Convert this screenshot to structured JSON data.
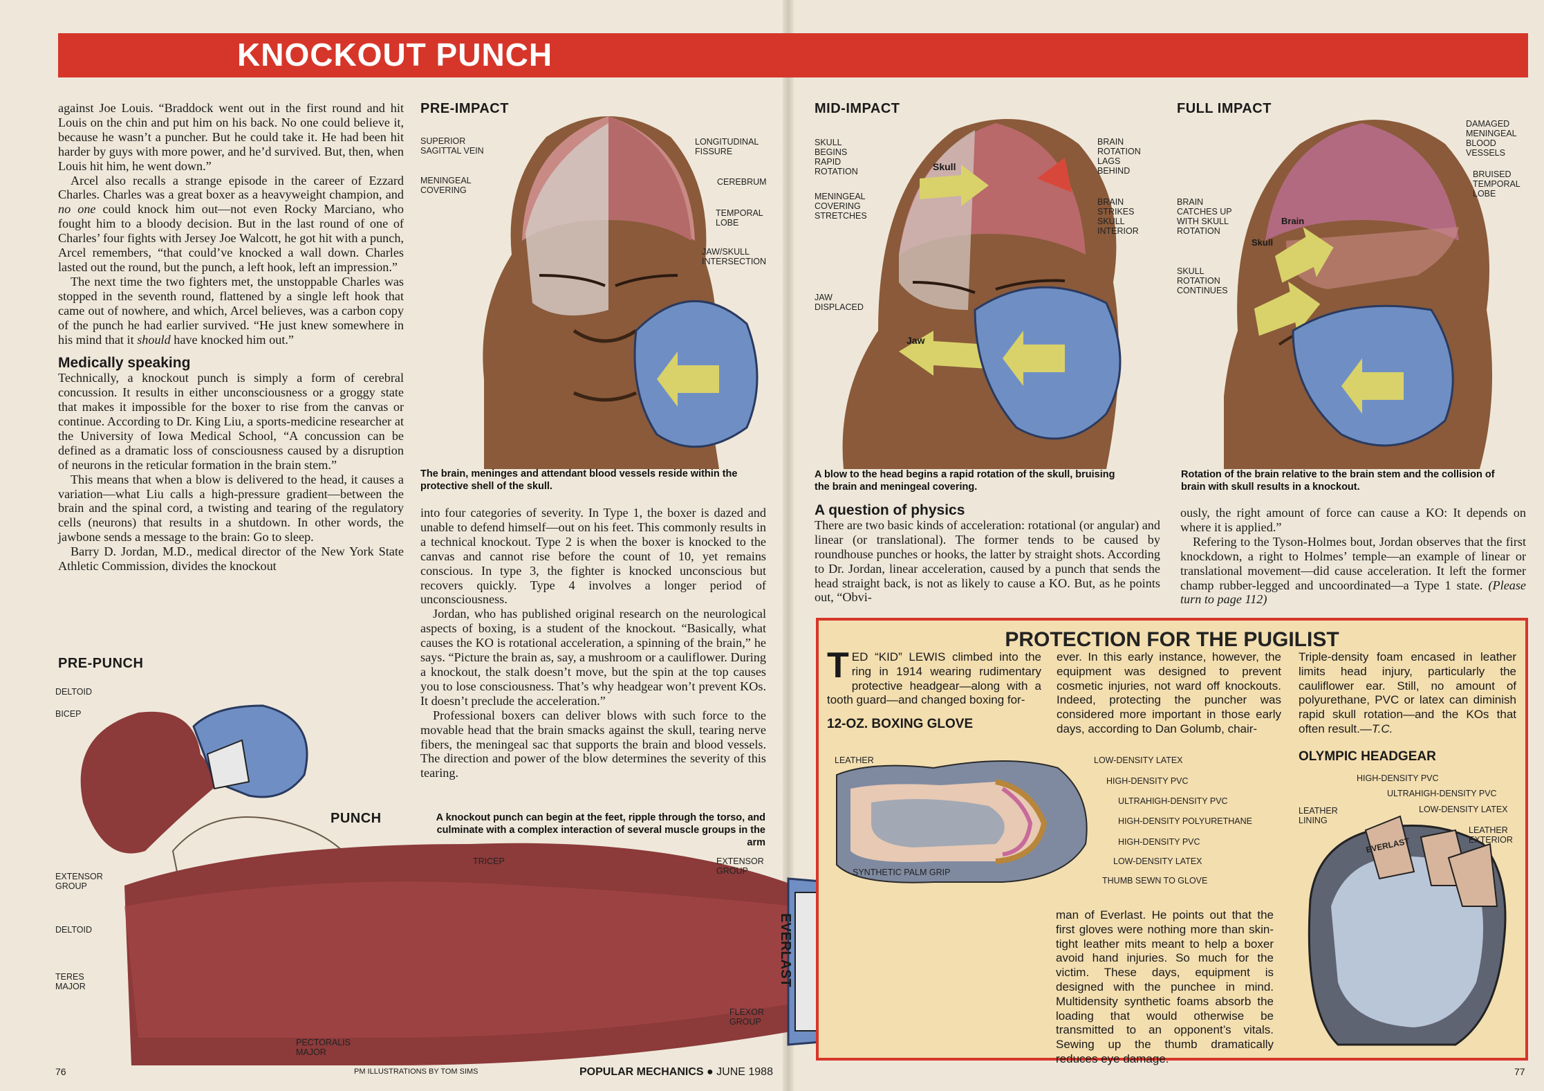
{
  "magazine": {
    "banner_title": "KNOCKOUT PUNCH",
    "page_left": "76",
    "page_right": "77",
    "credit": "PM ILLUSTRATIONS BY TOM SIMS",
    "publication": "POPULAR MECHANICS",
    "issue": "JUNE 1988",
    "bullet": "●"
  },
  "article": {
    "col1_p1": "against Joe Louis. “Braddock went out in the first round and hit Louis on the chin and put him on his back. No one could believe it, because he wasn’t a puncher. But he could take it. He had been hit harder by guys with more power, and he’d survived. But, then, when Louis hit him, he went down.”",
    "col1_p2a": "Arcel also recalls a strange episode in the career of Ezzard Charles. Charles was a great boxer as a heavyweight champion, and ",
    "col1_p2em": "no one",
    "col1_p2b": " could knock him out—not even Rocky Marciano, who fought him to a bloody decision. But in the last round of one of Charles’ four fights with Jersey Joe Walcott, he got hit with a punch, Arcel remembers, “that could’ve knocked a wall down. Charles lasted out the round, but the punch, a left hook, left an impression.”",
    "col1_p3a": "The next time the two fighters met, the unstoppable Charles was stopped in the seventh round, flattened by a single left hook that came out of nowhere, and which, Arcel believes, was a carbon copy of the punch he had earlier survived. “He just knew somewhere in his mind that it ",
    "col1_p3em": "should",
    "col1_p3b": " have knocked him out.”",
    "col1_head": "Medically speaking",
    "col1_p4": "Technically, a knockout punch is simply a form of cerebral concussion. It results in either unconsciousness or a groggy state that makes it impossible for the boxer to rise from the canvas or continue. According to Dr. King Liu, a sports-medicine researcher at the University of Iowa Medical School, “A concussion can be defined as a dramatic loss of consciousness caused by a disruption of neurons in the reticular formation in the brain stem.”",
    "col1_p5": "This means that when a blow is delivered to the head, it causes a variation—what Liu calls a high-pressure gradient—between the brain and the spinal cord, a twisting and tearing of the regulatory cells (neurons) that results in a shutdown. In other words, the jawbone sends a message to the brain: Go to sleep.",
    "col1_p6": "Barry D. Jordan, M.D., medical director of the New York State Athletic Commission, divides the knockout",
    "col2_p1": "into four categories of severity. In Type 1, the boxer is dazed and unable to defend himself—out on his feet. This commonly results in a technical knockout. Type 2 is when the boxer is knocked to the canvas and cannot rise before the count of 10, yet remains conscious. In type 3, the fighter is knocked unconscious but recovers quickly. Type 4 involves a longer period of unconsciousness.",
    "col2_p2": "Jordan, who has published original research on the neurological aspects of boxing, is a student of the knockout. “Basically, what causes the KO is rotational acceleration, a spinning of the brain,” he says. “Picture the brain as, say, a mushroom or a cauliflower. During a knockout, the stalk doesn’t move, but the spin at the top causes you to lose consciousness. That’s why headgear won’t prevent KOs. It doesn’t preclude the acceleration.”",
    "col2_p3": "Professional boxers can deliver blows with such force to the movable head that the brain smacks against the skull, tearing nerve fibers, the meningeal sac that supports the brain and blood vessels. The direction and power of the blow determines the severity of this tearing.",
    "col3_head": "A question of physics",
    "col3_p1": "There are two basic kinds of acceleration: rotational (or angular) and linear (or translational). The former tends to be caused by roundhouse punches or hooks, the latter by straight shots. According to Dr. Jordan, linear acceleration, caused by a punch that sends the head straight back, is not as likely to cause a KO. But, as he points out, “Obvi-",
    "col4_p1": "ously, the right amount of force can cause a KO: It depends on where it is applied.”",
    "col4_p2": "Refering to the Tyson-Holmes bout, Jordan observes that the first knockdown, a right to Holmes’ temple—an example of linear or translational movement—did cause acceleration. It left the former champ rubber-legged and uncoordinated—a Type 1 state.",
    "col4_turn": "(Please turn to page 112)"
  },
  "figures": {
    "pre_impact": {
      "title": "PRE-IMPACT",
      "caption": "The brain, meninges and attendant blood vessels reside within the protective shell of the skull.",
      "labels": [
        "SUPERIOR\nSAGITTAL VEIN",
        "MENINGEAL\nCOVERING",
        "LONGITUDINAL\nFISSURE",
        "CEREBRUM",
        "TEMPORAL\nLOBE",
        "JAW/SKULL\nINTERSECTION"
      ]
    },
    "mid_impact": {
      "title": "MID-IMPACT",
      "caption": "A blow to the head begins a rapid rotation of the skull, bruising the brain and meningeal covering.",
      "labels": [
        "SKULL\nBEGINS\nRAPID\nROTATION",
        "MENINGEAL\nCOVERING\nSTRETCHES",
        "JAW\nDISPLACED",
        "BRAIN\nROTATION\nLAGS\nBEHIND",
        "BRAIN\nSTRIKES\nSKULL\nINTERIOR"
      ],
      "arrow_skull": "Skull",
      "arrow_jaw": "Jaw"
    },
    "full_impact": {
      "title": "FULL IMPACT",
      "caption": "Rotation of the brain relative to the brain stem and the collision of brain with skull results in a knockout.",
      "labels": [
        "DAMAGED\nMENINGEAL\nBLOOD\nVESSELS",
        "BRUISED\nTEMPORAL\nLOBE",
        "BRAIN\nCATCHES UP\nWITH SKULL\nROTATION",
        "SKULL\nROTATION\nCONTINUES"
      ],
      "arrow_brain": "Brain",
      "arrow_skull": "Skull"
    },
    "pre_punch": {
      "title": "PRE-PUNCH",
      "labels": [
        "DELTOID",
        "BICEP",
        "EXTENSOR\nGROUP"
      ]
    },
    "punch": {
      "title": "PUNCH",
      "caption": "A knockout punch can begin at the feet, ripple through the torso, and culminate with a complex interaction of several muscle groups in the arm",
      "labels": [
        "TRICEP",
        "EXTENSOR\nGROUP",
        "DELTOID",
        "TERES\nMAJOR",
        "FLEXOR\nGROUP",
        "PECTORALIS\nMAJOR"
      ],
      "glove_brand": "EVERLAST"
    }
  },
  "sidebar": {
    "title": "PROTECTION FOR THE PUGILIST",
    "dropcap": "T",
    "col1": "ED “KID” LEWIS climbed into the ring in 1914 wearing rudimentary protective headgear—along with a tooth guard—and changed boxing for-",
    "col2": "ever. In this early instance, however, the equipment was designed to prevent cosmetic injuries, not ward off knockouts. Indeed, protecting the puncher was considered more important in those early days, according to Dan Golumb, chair-",
    "col3a": "Triple-density foam encased in leather limits head injury, particularly the cauliflower ear. Still, no amount of polyurethane, PVC or latex can diminish rapid skull rotation—and the KOs that often result.—",
    "col3_initials": "T.C.",
    "col_bottom": "man of Everlast. He points out that the first gloves were nothing more than skin-tight leather mits meant to help a boxer avoid hand injuries. So much for the victim. These days, equipment is designed with the punchee in mind. Multidensity synthetic foams absorb the loading that would otherwise be transmitted to an opponent’s vitals. Sewing up the thumb dramatically reduces eye damage.",
    "glove_head": "12-OZ. BOXING GLOVE",
    "glove_labels": [
      "LEATHER",
      "LOW-DENSITY LATEX",
      "HIGH-DENSITY PVC",
      "ULTRAHIGH-DENSITY PVC",
      "HIGH-DENSITY POLYURETHANE",
      "HIGH-DENSITY PVC",
      "LOW-DENSITY LATEX",
      "SYNTHETIC PALM GRIP",
      "THUMB SEWN TO GLOVE"
    ],
    "headgear_head": "OLYMPIC HEADGEAR",
    "headgear_labels": [
      "HIGH-DENSITY PVC",
      "ULTRAHIGH-DENSITY PVC",
      "LOW-DENSITY LATEX",
      "LEATHER\nLINING",
      "LEATHER\nEXTERIOR"
    ],
    "headgear_brand": "EVERLAST"
  },
  "colors": {
    "banner_red": "#d6362a",
    "glove_blue": "#6f8fc4",
    "muscle_red": "#8c3a3a",
    "skin_brown": "#8a5a3a",
    "sidebar_tan": "#f3deb0",
    "arrow_yellow": "#d9d26a"
  }
}
